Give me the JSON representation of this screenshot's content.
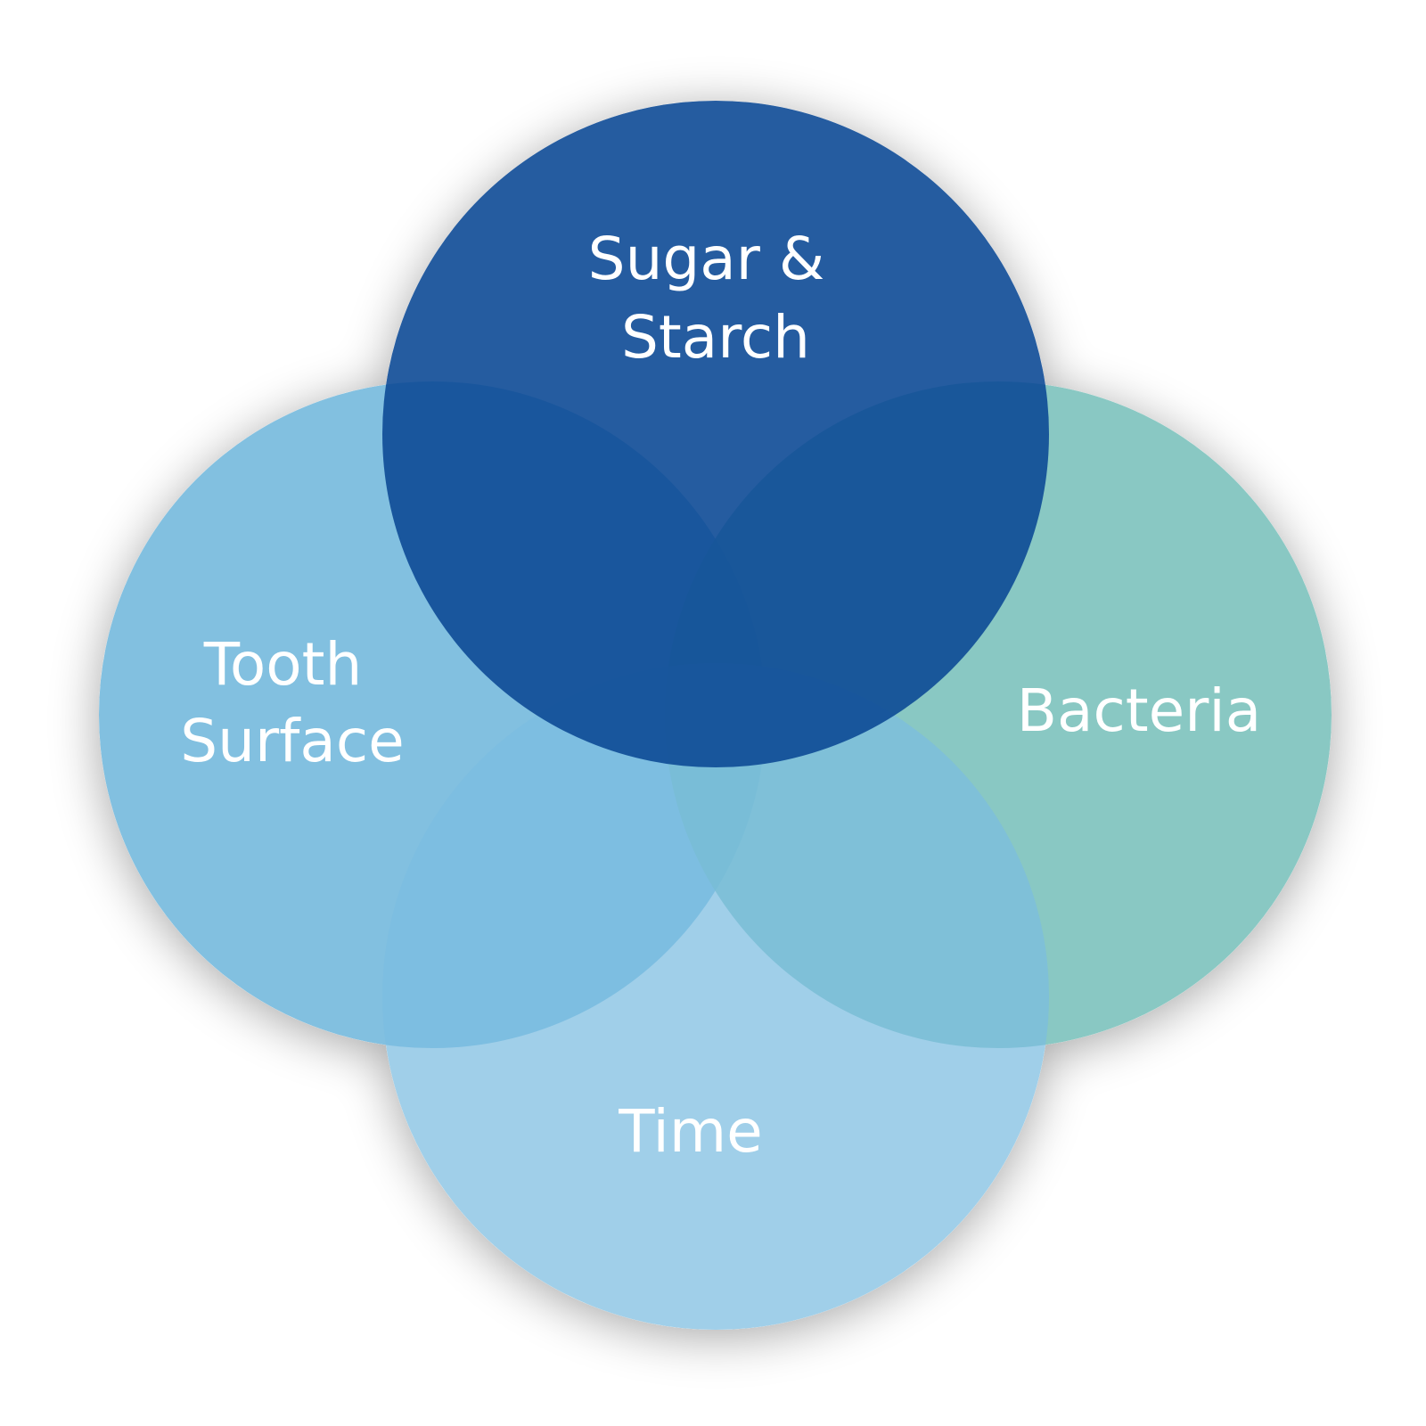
{
  "diagram": {
    "type": "venn",
    "circles": [
      {
        "id": "tooth-surface",
        "label_lines": [
          "Tooth",
          "Surface"
        ],
        "color": "#7fbfdf"
      },
      {
        "id": "bacteria",
        "label_lines": [
          "Bacteria"
        ],
        "color": "#86c7c3"
      },
      {
        "id": "time",
        "label_lines": [
          "Time"
        ],
        "color": "#8cc4e0"
      },
      {
        "id": "sugar-starch",
        "label_lines": [
          "Sugar &",
          "Starch"
        ],
        "color": "#1f5aa3"
      }
    ]
  }
}
